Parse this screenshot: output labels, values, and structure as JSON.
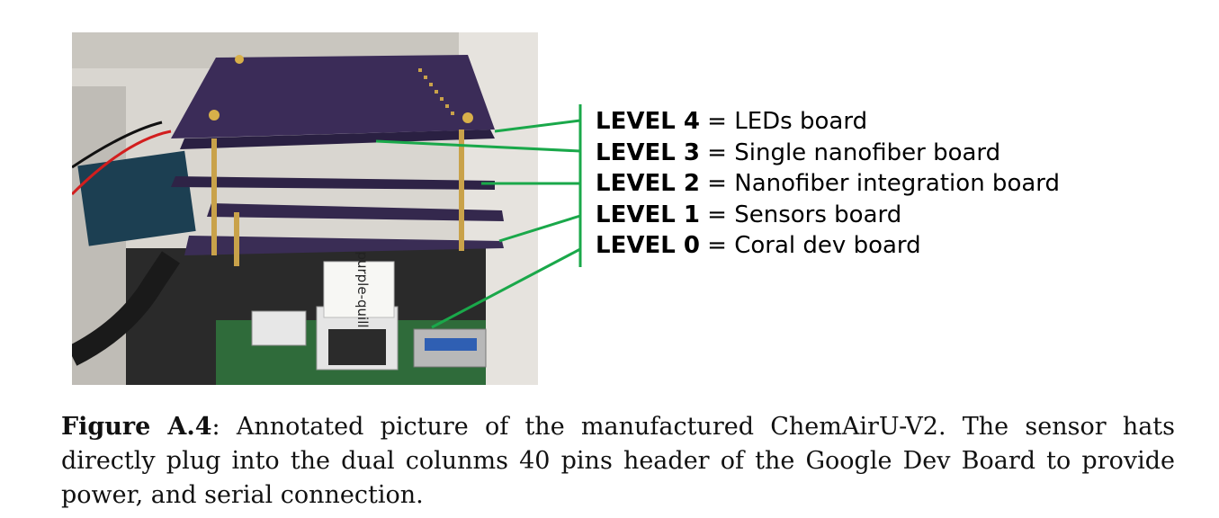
{
  "photo": {
    "description_icon": "circuit-board-stack-photo",
    "tape_label": "purple-quill"
  },
  "levels": [
    {
      "name": "LEVEL 4",
      "sep": " = ",
      "desc": "LEDs board"
    },
    {
      "name": "LEVEL 3",
      "sep": " = ",
      "desc": "Single nanofiber board"
    },
    {
      "name": "LEVEL 2",
      "sep": " = ",
      "desc": "Nanofiber integration board"
    },
    {
      "name": "LEVEL 1",
      "sep": " = ",
      "desc": "Sensors board"
    },
    {
      "name": "LEVEL 0",
      "sep": " = ",
      "desc": "Coral dev board"
    }
  ],
  "caption": {
    "label": "Figure A.4",
    "text": ": Annotated picture of the manufactured ChemAirU-V2. The sensor hats directly plug into the dual colunms 40 pins header of the Google Dev Board to provide power, and serial connection."
  },
  "colors": {
    "annotation_green": "#1aa84a",
    "pcb_purple": "#2e2346"
  }
}
